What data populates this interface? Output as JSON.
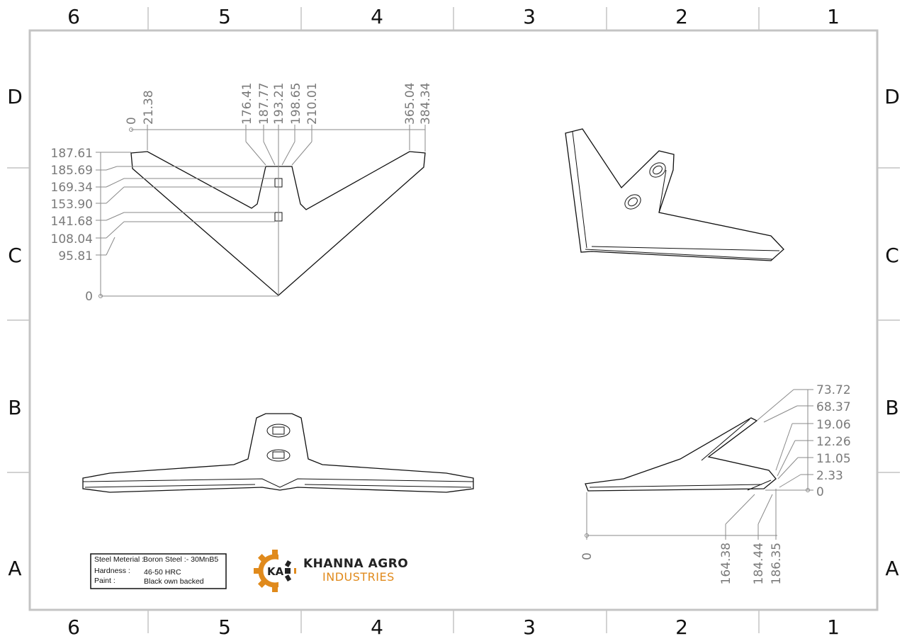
{
  "zones": {
    "columns": [
      "6",
      "5",
      "4",
      "3",
      "2",
      "1"
    ],
    "rows": [
      "D",
      "C",
      "B",
      "A"
    ]
  },
  "top_view": {
    "horizontal_dims": [
      "0",
      "21.38",
      "176.41",
      "187.77",
      "193.21",
      "198.65",
      "210.01",
      "365.04",
      "384.34"
    ],
    "vertical_dims": [
      "187.61",
      "185.69",
      "169.34",
      "153.90",
      "141.68",
      "108.04",
      "95.81",
      "0"
    ]
  },
  "side_view": {
    "vertical_dims": [
      "73.72",
      "68.37",
      "19.06",
      "12.26",
      "11.05",
      "2.33",
      "0"
    ],
    "horizontal_dims": [
      "0",
      "164.38",
      "184.44",
      "186.35"
    ]
  },
  "spec_table": {
    "rows": [
      {
        "label": "Steel Meterial :",
        "value": "Boron Steel :- 30MnB5"
      },
      {
        "label": "Hardness :",
        "value": "46-50 HRC"
      },
      {
        "label": "Paint :",
        "value": "Black own backed"
      }
    ]
  },
  "logo": {
    "mark": "KA",
    "name_line1": "KHANNA AGRO",
    "name_line2": "INDUSTRIES",
    "colors": {
      "orange": "#e08a1c",
      "dark": "#222222"
    }
  }
}
